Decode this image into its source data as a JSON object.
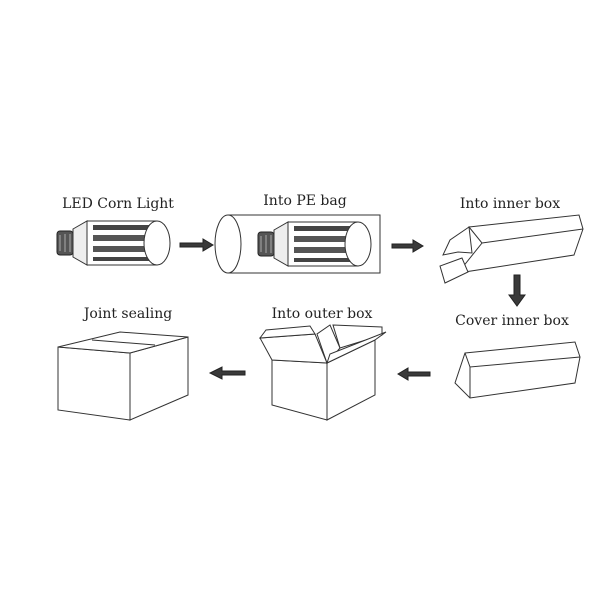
{
  "steps": [
    {
      "label": "LED Corn Light"
    },
    {
      "label": "Into PE bag"
    },
    {
      "label": "Into inner box"
    },
    {
      "label": "Cover inner box"
    },
    {
      "label": "Into outer box"
    },
    {
      "label": "Joint sealing"
    }
  ],
  "colors": {
    "line": "#333333",
    "arrow": "#222222"
  }
}
